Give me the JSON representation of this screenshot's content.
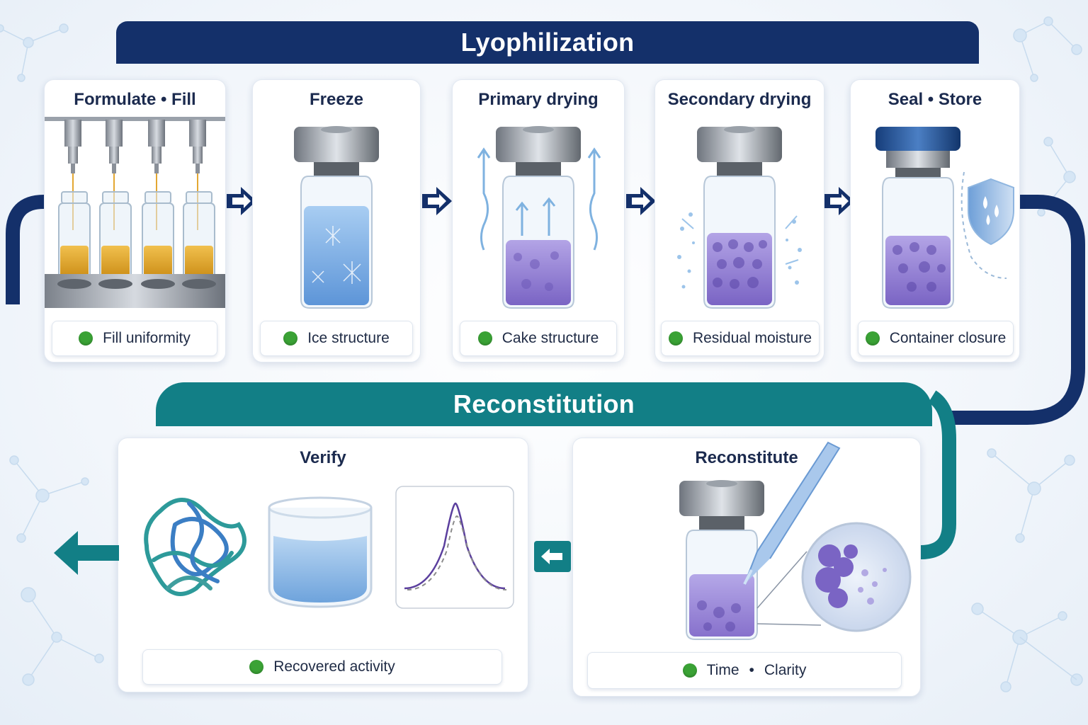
{
  "colors": {
    "lyophilization_banner": "#14306a",
    "reconstitution_banner": "#127f86",
    "status_ok": "#3aa235",
    "cake_purple": "#8d78cf",
    "frozen_blue": "#8fbbe8",
    "fill_amber": "#e0a52c"
  },
  "lyophilization": {
    "title": "Lyophilization",
    "steps": [
      {
        "title": "Formulate • Fill",
        "status": "Fill uniformity",
        "icon": "filling-nozzles-vials-icon"
      },
      {
        "title": "Freeze",
        "status": "Ice structure",
        "icon": "frozen-vial-icon"
      },
      {
        "title": "Primary drying",
        "status": "Cake structure",
        "icon": "sublimation-vial-icon"
      },
      {
        "title": "Secondary drying",
        "status": "Residual moisture",
        "icon": "desorption-vial-icon"
      },
      {
        "title": "Seal • Store",
        "status": "Container closure",
        "icon": "sealed-vial-shield-icon"
      }
    ]
  },
  "reconstitution": {
    "title": "Reconstitution",
    "steps": [
      {
        "title": "Reconstitute",
        "status_parts": [
          "Time",
          "Clarity"
        ],
        "icon": "pipette-vial-magnifier-icon"
      },
      {
        "title": "Verify",
        "status": "Recovered activity",
        "icon": "protein-beaker-peak-icon"
      }
    ]
  },
  "flow_arrows": [
    "right-arrow-icon",
    "right-arrow-icon",
    "right-arrow-icon",
    "right-arrow-icon",
    "left-arrow-icon",
    "left-arrow-icon"
  ]
}
